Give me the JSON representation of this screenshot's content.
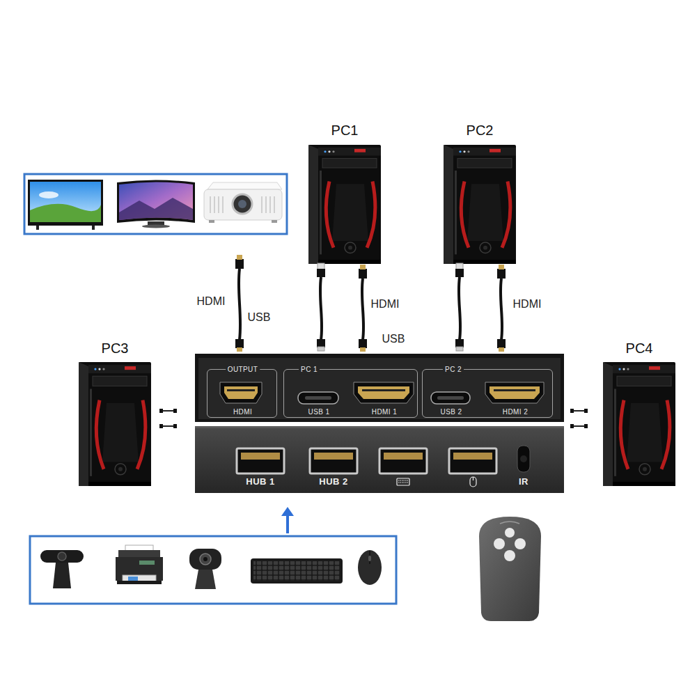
{
  "diagram": {
    "nodes": [
      {
        "text": [
          "PC1"
        ]
      },
      {
        "text": [
          "PC2"
        ]
      },
      {
        "text": [
          "PC3"
        ]
      },
      {
        "text": [
          "PC4"
        ]
      },
      {
        "text": [
          "OUTPUT",
          "HDMI"
        ]
      },
      {
        "text": [
          "PC 1",
          "USB 1",
          "HDMI 1"
        ]
      },
      {
        "text": [
          "PC 2",
          "USB 2",
          "HDMI 2"
        ]
      }
    ],
    "labels": [
      "HDMI",
      "USB",
      "HDMI",
      "USB",
      "HDMI",
      "HUB 1",
      "HUB 2",
      "IR"
    ]
  }
}
